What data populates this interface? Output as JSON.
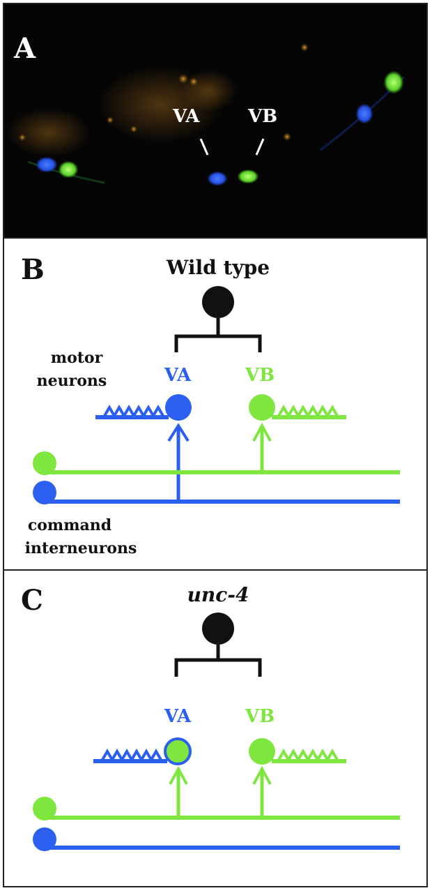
{
  "colors": {
    "va": "#2a5ff0",
    "vb": "#7fe640",
    "cell_body": "#111111",
    "micrograph_bg": "#050505",
    "label_white": "#ffffff"
  },
  "panel_a": {
    "letter": "A",
    "label_va": "VA",
    "label_vb": "VB"
  },
  "panel_b": {
    "letter": "B",
    "title": "Wild type",
    "label_va": "VA",
    "label_vb": "VB",
    "motor_label_line1": "motor",
    "motor_label_line2": "neurons",
    "command_label_line1": "command",
    "command_label_line2": "interneurons"
  },
  "panel_c": {
    "letter": "C",
    "title": "unc-4",
    "label_va": "VA",
    "label_vb": "VB"
  }
}
